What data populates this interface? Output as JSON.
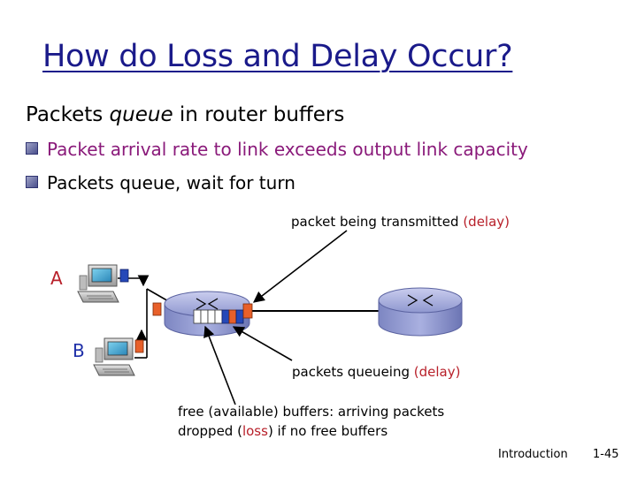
{
  "slide": {
    "title": "How do Loss and Delay Occur?",
    "subhead_prefix": "Packets ",
    "subhead_em": "queue",
    "subhead_suffix": " in router buffers",
    "bullets": [
      "Packet arrival rate to link exceeds output link capacity",
      "Packets queue, wait for turn"
    ]
  },
  "diagram": {
    "label_transmit": "packet being transmitted ",
    "label_transmit_delay": "(delay)",
    "host_a": "A",
    "host_b": "B",
    "label_queue": "packets queueing ",
    "label_queue_delay": "(delay)",
    "label_free_line1": "free (available) buffers: arriving packets",
    "label_free_line2_pre": "dropped (",
    "label_free_loss": "loss",
    "label_free_line2_post": ") if no free buffers"
  },
  "footer": {
    "section": "Introduction",
    "page": "1-45"
  },
  "colors": {
    "title": "#1a1a8a",
    "bullet_1": "#8a1a7a",
    "delay_red": "#b8202a",
    "packet_orange": "#e8602a",
    "packet_blue": "#2548b8",
    "router": "#9aa2d6"
  }
}
